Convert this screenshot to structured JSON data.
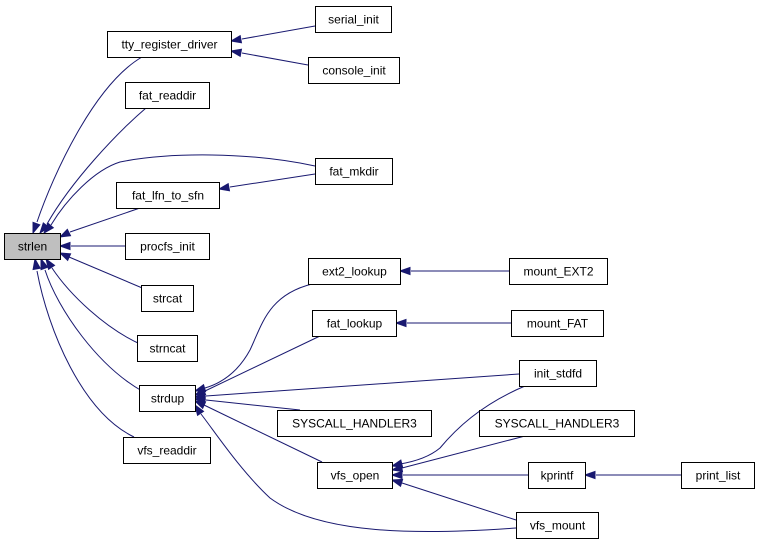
{
  "diagram": {
    "colors": {
      "edge": "#191970",
      "node_fill": "#ffffff",
      "root_fill": "#bfbfbf",
      "border": "#000000"
    },
    "nodes": [
      {
        "id": "strlen",
        "label": "strlen",
        "root": true
      },
      {
        "id": "tty_register_driver",
        "label": "tty_register_driver"
      },
      {
        "id": "serial_init",
        "label": "serial_init"
      },
      {
        "id": "console_init",
        "label": "console_init"
      },
      {
        "id": "fat_readdir",
        "label": "fat_readdir"
      },
      {
        "id": "fat_lfn_to_sfn",
        "label": "fat_lfn_to_sfn"
      },
      {
        "id": "fat_mkdir",
        "label": "fat_mkdir"
      },
      {
        "id": "procfs_init",
        "label": "procfs_init"
      },
      {
        "id": "strcat",
        "label": "strcat"
      },
      {
        "id": "strncat",
        "label": "strncat"
      },
      {
        "id": "strdup",
        "label": "strdup"
      },
      {
        "id": "vfs_readdir",
        "label": "vfs_readdir"
      },
      {
        "id": "ext2_lookup",
        "label": "ext2_lookup"
      },
      {
        "id": "mount_EXT2",
        "label": "mount_EXT2"
      },
      {
        "id": "fat_lookup",
        "label": "fat_lookup"
      },
      {
        "id": "mount_FAT",
        "label": "mount_FAT"
      },
      {
        "id": "init_stdfd",
        "label": "init_stdfd"
      },
      {
        "id": "syscall_handler3_a",
        "label": "SYSCALL_HANDLER3"
      },
      {
        "id": "syscall_handler3_b",
        "label": "SYSCALL_HANDLER3"
      },
      {
        "id": "vfs_open",
        "label": "vfs_open"
      },
      {
        "id": "kprintf",
        "label": "kprintf"
      },
      {
        "id": "print_list",
        "label": "print_list"
      },
      {
        "id": "vfs_mount",
        "label": "vfs_mount"
      }
    ],
    "edges": [
      {
        "from": "tty_register_driver",
        "to": "strlen"
      },
      {
        "from": "fat_readdir",
        "to": "strlen"
      },
      {
        "from": "fat_mkdir",
        "to": "strlen"
      },
      {
        "from": "fat_lfn_to_sfn",
        "to": "strlen"
      },
      {
        "from": "procfs_init",
        "to": "strlen"
      },
      {
        "from": "strcat",
        "to": "strlen"
      },
      {
        "from": "strncat",
        "to": "strlen"
      },
      {
        "from": "strdup",
        "to": "strlen"
      },
      {
        "from": "vfs_readdir",
        "to": "strlen"
      },
      {
        "from": "serial_init",
        "to": "tty_register_driver"
      },
      {
        "from": "console_init",
        "to": "tty_register_driver"
      },
      {
        "from": "fat_mkdir",
        "to": "fat_lfn_to_sfn"
      },
      {
        "from": "ext2_lookup",
        "to": "strdup"
      },
      {
        "from": "fat_lookup",
        "to": "strdup"
      },
      {
        "from": "init_stdfd",
        "to": "strdup"
      },
      {
        "from": "syscall_handler3_a",
        "to": "strdup"
      },
      {
        "from": "vfs_open",
        "to": "strdup"
      },
      {
        "from": "vfs_mount",
        "to": "strdup"
      },
      {
        "from": "mount_EXT2",
        "to": "ext2_lookup"
      },
      {
        "from": "mount_FAT",
        "to": "fat_lookup"
      },
      {
        "from": "init_stdfd",
        "to": "vfs_open"
      },
      {
        "from": "syscall_handler3_b",
        "to": "vfs_open"
      },
      {
        "from": "kprintf",
        "to": "vfs_open"
      },
      {
        "from": "vfs_mount",
        "to": "vfs_open"
      },
      {
        "from": "print_list",
        "to": "kprintf"
      }
    ]
  }
}
